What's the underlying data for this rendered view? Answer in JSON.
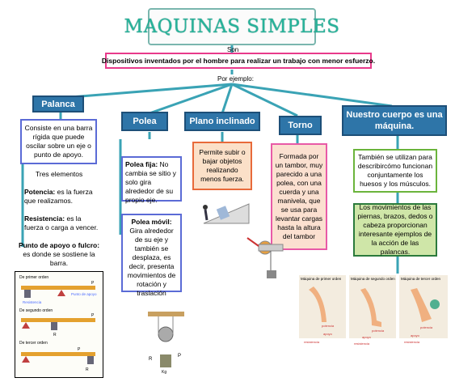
{
  "title": "MAQUINAS SIMPLES",
  "connector_son": "Son",
  "definition": "Dispositivos inventados por el hombre para realizar un trabajo con menor esfuerzo.",
  "connector_ejemplo": "Por ejemplo:",
  "palanca": {
    "header": "Palanca",
    "description": "Consiste en una barra rígida que puede oscilar sobre un eje o punto de apoyo.",
    "tres": "Tres elementos",
    "potencia_label": "Potencia:",
    "potencia_text": "es la fuerza que realizamos.",
    "resistencia_label": "Resistencia:",
    "resistencia_text": "es la fuerza o carga a vencer.",
    "apoyo_label": "Punto de apoyo o fulcro:",
    "apoyo_text": "es donde se sostiene la barra.",
    "img_labels": [
      "De primer orden",
      "Punto de apoyo",
      "Resistencia",
      "De segundo orden",
      "De tercer orden",
      "P",
      "R",
      "P",
      "R",
      "P"
    ]
  },
  "polea": {
    "header": "Polea",
    "fija_label": "Polea fija:",
    "fija_text": "No cambia se sitio y solo gira alrededor de su propio eje.",
    "movil_label": "Polea móvil:",
    "movil_text": "Gira alrededor de su eje y también se desplaza, es decir, presenta movimientos de rotación y traslación",
    "img_labels": [
      "R",
      "P",
      "Kg"
    ]
  },
  "plano": {
    "header": "Plano inclinado",
    "text": "Permite subir o bajar objetos realizando menos fuerza."
  },
  "torno": {
    "header": "Torno",
    "text": "Formada por un tambor, muy parecido a una polea, con una cuerda y una manivela, que se usa para levantar cargas hasta la altura del tambor"
  },
  "cuerpo": {
    "header": "Nuestro cuerpo es una máquina.",
    "text1": "También se utilizan para describircómo funcionan conjuntamente los huesos y los músculos.",
    "text2": "Los movimientos de las piernas, brazos, dedos o cabeza proporcionan interesante ejemplos de la acción de las palancas.",
    "img_titles": [
      "Máquina de primer orden",
      "Máquina de segundo orden",
      "Máquina de tercer orden"
    ],
    "img_labels": [
      "potencia",
      "apoyo",
      "resistencia",
      "potencia",
      "apoyo",
      "resistencia",
      "potencia",
      "apoyo",
      "resistencia"
    ]
  },
  "colors": {
    "header_blue": "#2e75a8",
    "title_teal": "#27b39a",
    "connector": "#3aa3b5",
    "def_border": "#e83a8b"
  }
}
